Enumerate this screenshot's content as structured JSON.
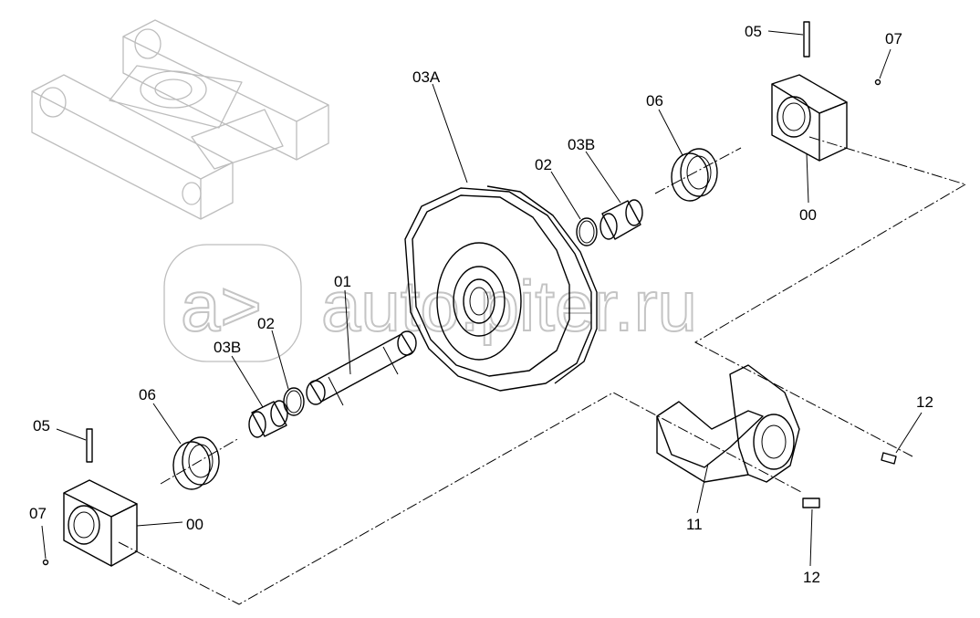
{
  "watermark": {
    "text": "auto.piter.ru",
    "logo_text": "a>"
  },
  "callouts": {
    "c03A": "03A",
    "c01": "01",
    "c02_right": "02",
    "c02_left": "02",
    "c03B_right": "03B",
    "c03B_left": "03B",
    "c06_right": "06",
    "c06_left": "06",
    "c05_right": "05",
    "c05_left": "05",
    "c07_right": "07",
    "c07_left": "07",
    "c00_right": "00",
    "c00_left": "00",
    "c11": "11",
    "c12_upper": "12",
    "c12_lower": "12"
  },
  "colors": {
    "line": "#000000",
    "ghost": "#bdbdbd",
    "background": "#ffffff"
  }
}
